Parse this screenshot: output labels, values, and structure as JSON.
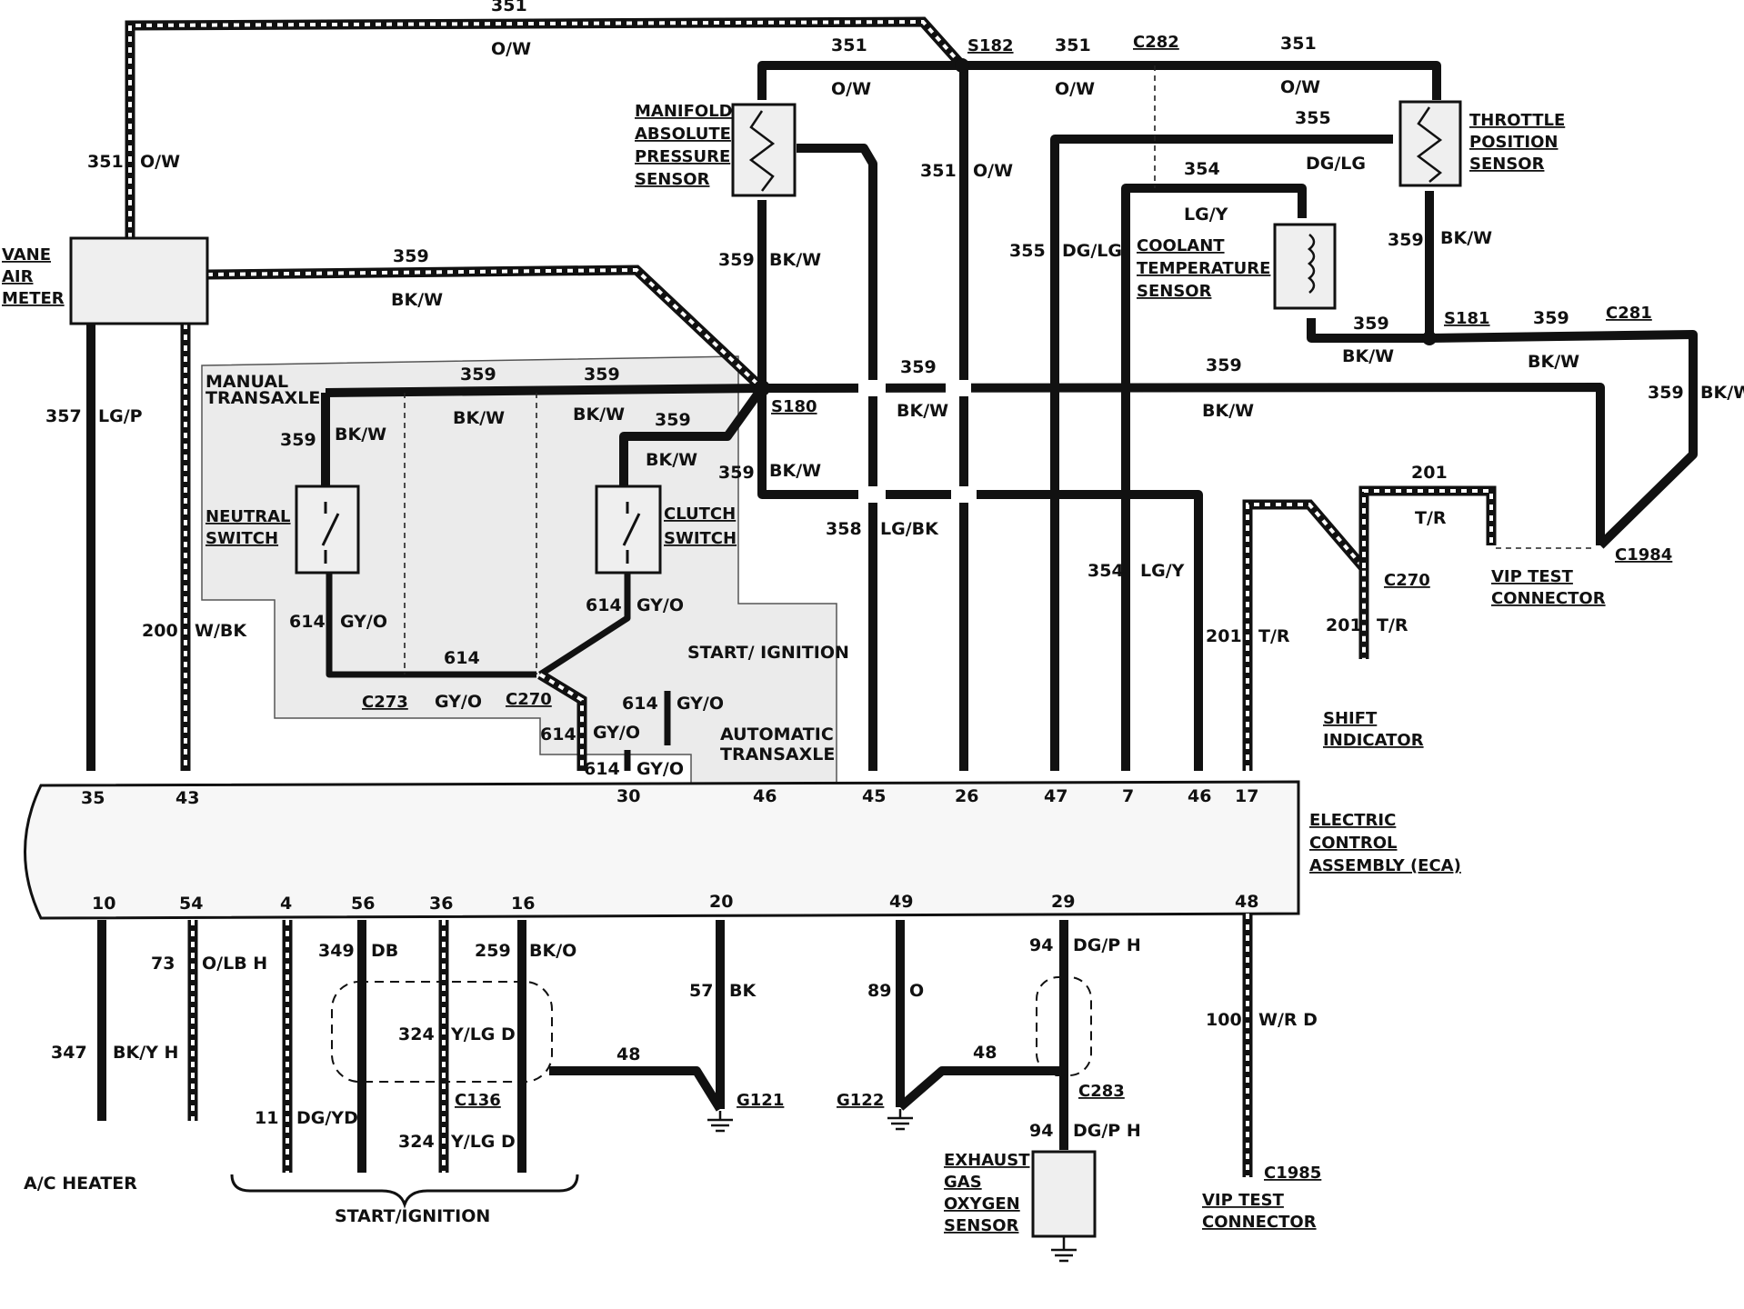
{
  "components": {
    "vane_air_meter": [
      "VANE",
      "AIR",
      "METER"
    ],
    "map_sensor": [
      "MANIFOLD",
      "ABSOLUTE",
      "PRESSURE",
      "SENSOR"
    ],
    "throttle_position_sensor": [
      "THROTTLE",
      "POSITION",
      "SENSOR"
    ],
    "coolant_temperature_sensor": [
      "COOLANT",
      "TEMPERATURE",
      "SENSOR"
    ],
    "neutral_switch": [
      "NEUTRAL",
      "SWITCH"
    ],
    "clutch_switch": [
      "CLUTCH",
      "SWITCH"
    ],
    "manual_transaxle": [
      "MANUAL",
      "TRANSAXLE"
    ],
    "automatic_transaxle": [
      "AUTOMATIC",
      "TRANSAXLE"
    ],
    "start_ignition_label": "START/ IGNITION",
    "shift_indicator": [
      "SHIFT",
      "INDICATOR"
    ],
    "eca": [
      "ELECTRIC",
      "CONTROL",
      "ASSEMBLY (ECA)"
    ],
    "vip_test_connector_top": [
      "VIP TEST",
      "CONNECTOR"
    ],
    "vip_test_connector_bottom": [
      "VIP TEST",
      "CONNECTOR"
    ],
    "exhaust_gas_oxygen_sensor": [
      "EXHAUST",
      "GAS",
      "OXYGEN",
      "SENSOR"
    ],
    "ac_heater": "A/C HEATER",
    "start_ignition_bracket": "START/IGNITION"
  },
  "connectors": {
    "s182": "S182",
    "s181": "S181",
    "s180": "S180",
    "c282": "C282",
    "c281": "C281",
    "c1984": "C1984",
    "c270_top": "C270",
    "c270_mid": "C270",
    "c273": "C273",
    "c136": "C136",
    "c283": "C283",
    "c1985": "C1985",
    "g121": "G121",
    "g122": "G122"
  },
  "eca_pins_top": [
    "35",
    "43",
    "30",
    "46",
    "45",
    "26",
    "47",
    "7",
    "46",
    "17"
  ],
  "eca_pins_bottom": [
    "10",
    "54",
    "4",
    "56",
    "36",
    "16",
    "20",
    "49",
    "29",
    "48"
  ],
  "wires": {
    "w351": "351",
    "ow": "O/W",
    "w359": "359",
    "bkw": "BK/W",
    "w355": "355",
    "dglg": "DG/LG",
    "w354": "354",
    "lgy": "LG/Y",
    "w357": "357",
    "lgp": "LG/P",
    "w200": "200",
    "wbk": "W/BK",
    "w358": "358",
    "lgbk": "LG/BK",
    "w201": "201",
    "tr": "T/R",
    "w614": "614",
    "gyo": "GY/O",
    "w347": "347",
    "bkyh": "BK/Y H",
    "w73": "73",
    "olbh": "O/LB H",
    "w11": "11",
    "dgyd": "DG/YD",
    "w349": "349",
    "db": "DB",
    "w324": "324",
    "ylgd": "Y/LG D",
    "w259": "259",
    "bko": "BK/O",
    "w57": "57",
    "bk": "BK",
    "w48": "48",
    "w89": "89",
    "o": "O",
    "w94": "94",
    "dgph": "DG/P H",
    "w100": "100",
    "wrd": "W/R D"
  }
}
